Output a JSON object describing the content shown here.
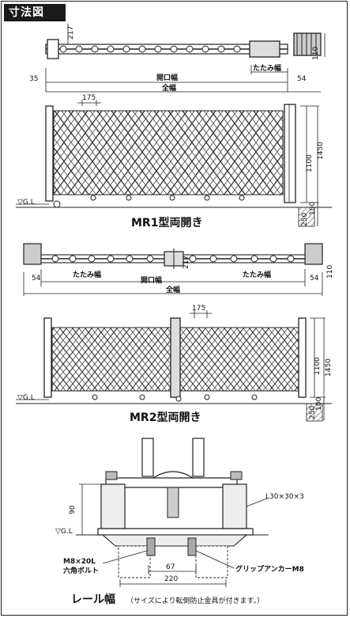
{
  "header": {
    "title": "寸法図"
  },
  "plan1": {
    "dim_217": "217",
    "dim_35": "35",
    "dim_54": "54",
    "dim_110": "110",
    "opening_width": "開口幅",
    "folded_width": "たたみ幅",
    "total_width": "全幅"
  },
  "elev1": {
    "pitch": "175",
    "h1100": "1100",
    "h1450": "1450",
    "ground": "▽G.L",
    "dim_250": "250",
    "dim_100": "100",
    "caption": "MR1型両開き"
  },
  "plan2": {
    "dim_54_left": "54",
    "dim_54_right": "54",
    "folded_left": "たたみ幅",
    "folded_right": "たたみ幅",
    "opening_width": "開口幅",
    "dim_217": "217",
    "dim_110": "110",
    "total_width": "全幅"
  },
  "elev2": {
    "pitch": "175",
    "h1100": "1100",
    "h1450": "1450",
    "ground": "▽G.L",
    "dim_250": "250",
    "dim_100": "100",
    "caption": "MR2型両開き"
  },
  "section": {
    "angle": "L30×30×3",
    "h90": "90",
    "ground": "▽G.L",
    "bolt1": "M8×20L",
    "bolt2": "六角ボルト",
    "anchor": "グリップアンカーM8",
    "w67": "67",
    "w220": "220",
    "caption_main": "レール幅",
    "caption_note": "（サイズにより転倒防止金具が付きます。）"
  }
}
